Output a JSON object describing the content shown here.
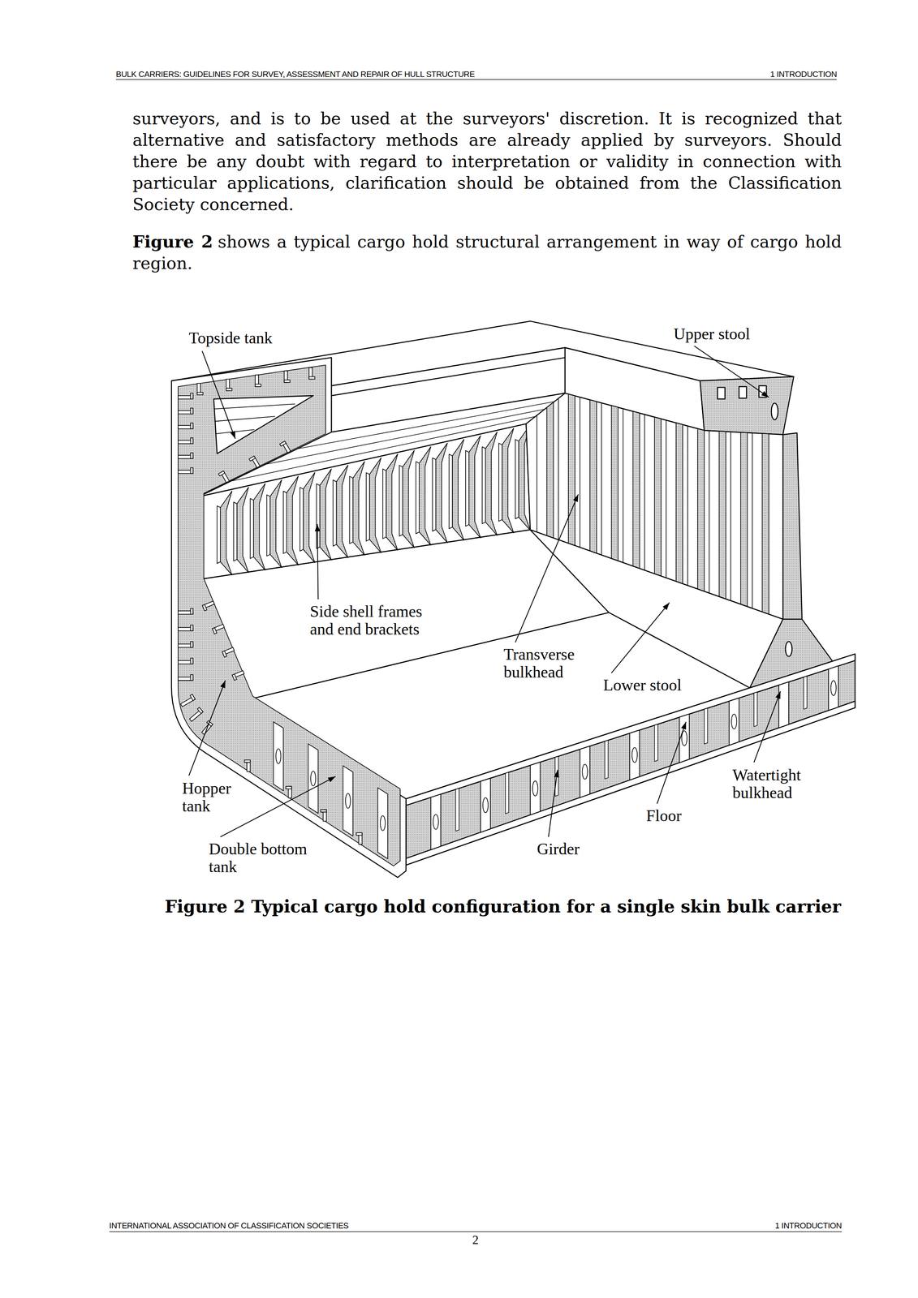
{
  "diagram": {
    "caption": "Figure 2 Typical cargo hold configuration for a single skin bulk carrier",
    "labels": [
      "BULK CARRIERS: GUIDELINES FOR SURVEY, ASSESSMENT AND REPAIR OF HULL STRUCTURE",
      "1 INTRODUCTION",
      "surveyors, and is to be used at the surveyors' discretion. It is recognized that alternative and satisfactory methods are already applied by surveyors. Should there be any doubt with regard to interpretation or validity in connection with particular applications, clarification should be obtained from the Classification Society concerned.",
      "Figure 2",
      "shows a typical cargo hold structural arrangement in way of cargo hold region.",
      "Topside tank",
      "Upper stool",
      "Side shell frames and end brackets",
      "Transverse bulkhead",
      "Lower stool",
      "Hopper tank",
      "Double bottom tank",
      "Girder",
      "Floor",
      "Watertight bulkhead",
      "INTERNATIONAL ASSOCIATION OF CLASSIFICATION SOCIETIES",
      "1 INTRODUCTION",
      "2"
    ]
  }
}
